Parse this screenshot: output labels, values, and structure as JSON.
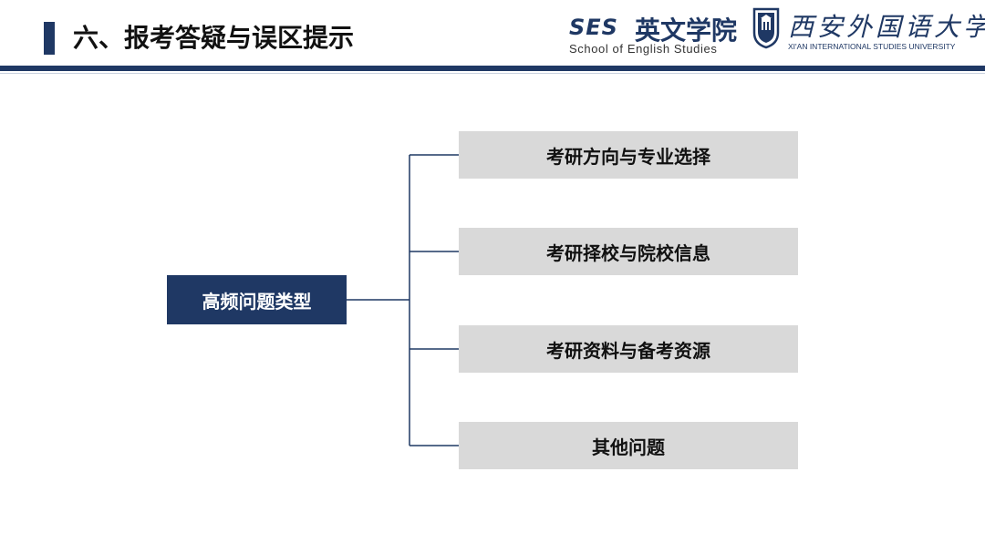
{
  "header": {
    "title": "六、报考答疑与误区提示",
    "accent_color": "#1f3864"
  },
  "logos": {
    "ses": {
      "mark": "SES",
      "name_cn": "英文学院",
      "name_en": "School of English Studies"
    },
    "xisu": {
      "name_cn": "西安外国语大学",
      "name_en": "XI'AN INTERNATIONAL STUDIES UNIVERSITY"
    }
  },
  "diagram": {
    "root": {
      "label": "高频问题类型",
      "color": "#1f3864"
    },
    "children": [
      {
        "label": "考研方向与专业选择"
      },
      {
        "label": "考研择校与院校信息"
      },
      {
        "label": "考研资料与备考资源"
      },
      {
        "label": "其他问题"
      }
    ],
    "child_color": "#d9d9d9",
    "line_color": "#1f3864"
  }
}
